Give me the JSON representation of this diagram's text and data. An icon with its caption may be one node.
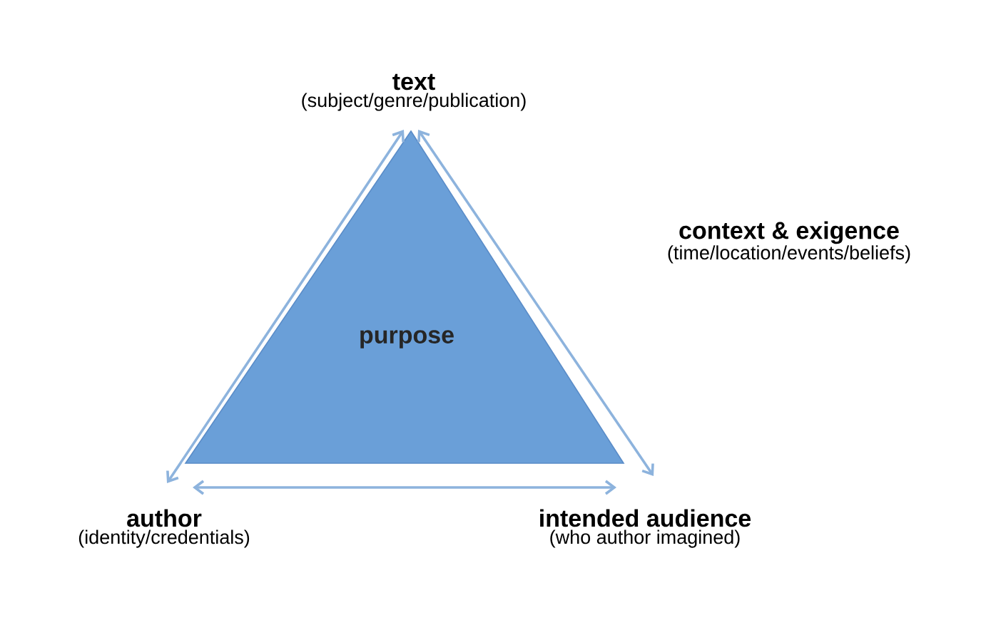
{
  "diagram": {
    "nodes": [
      {
        "text": [
          "text",
          "(subject/genre/publication)"
        ]
      },
      {
        "text": [
          "context & exigence",
          "(time/location/events/beliefs)"
        ]
      },
      {
        "text": [
          "author",
          "(identity/credentials)"
        ]
      },
      {
        "text": [
          "intended audience",
          "(who author imagined)"
        ]
      },
      {
        "text": [
          "purpose"
        ]
      }
    ],
    "edges": [
      {
        "from": 0,
        "to": 2,
        "arrow": "both"
      },
      {
        "from": 0,
        "to": 3,
        "arrow": "both"
      },
      {
        "from": 2,
        "to": 3,
        "arrow": "both"
      }
    ]
  }
}
